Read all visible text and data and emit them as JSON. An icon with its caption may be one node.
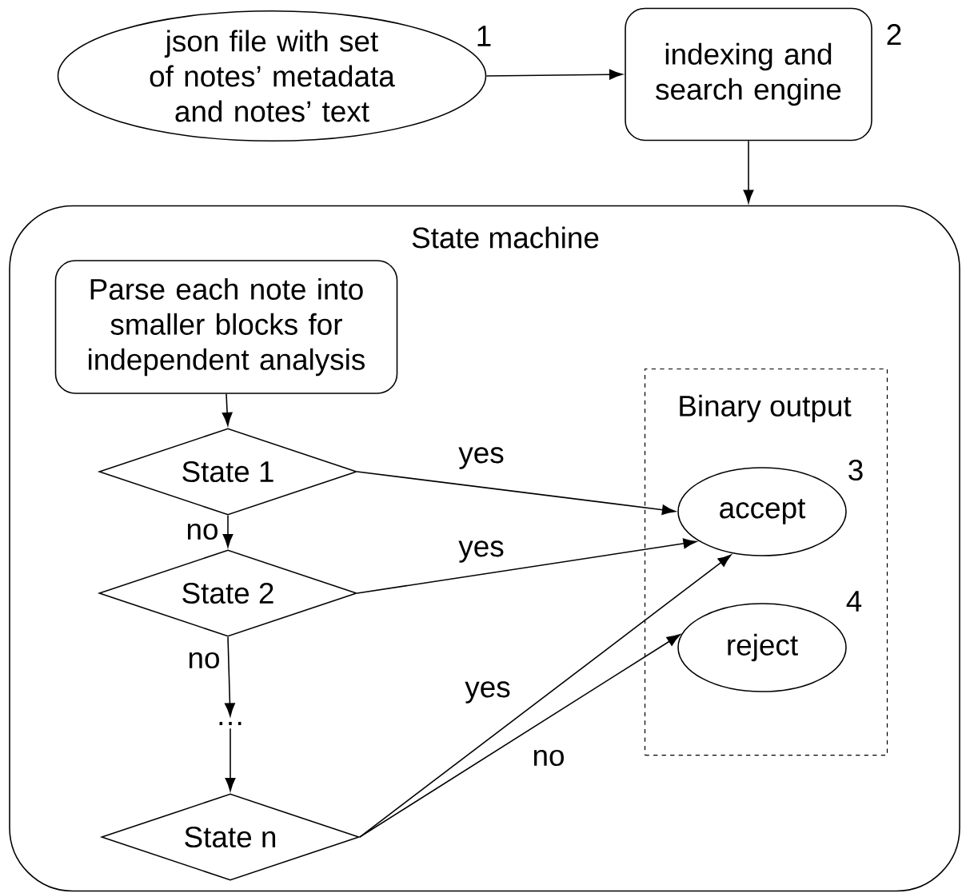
{
  "diagram": {
    "nodes": [
      {
        "text": [
          "json file with set of notes’ metadata and notes’ text"
        ],
        "beside": [
          "1"
        ]
      },
      {
        "text": [
          "indexing and search engine"
        ],
        "beside": [
          "2"
        ]
      },
      {
        "text": [
          "State machine"
        ]
      },
      {
        "text": [
          "Parse each note into smaller blocks for independent analysis"
        ],
        "in": 2
      },
      {
        "text": [
          "State 1"
        ],
        "in": 2
      },
      {
        "text": [
          "State 2"
        ],
        "in": 2
      },
      {
        "text": [
          "…"
        ],
        "in": 2
      },
      {
        "text": [
          "State n"
        ],
        "in": 2
      },
      {
        "text": [
          "Binary output"
        ],
        "in": 2
      },
      {
        "text": [
          "accept"
        ],
        "in": 8,
        "beside": [
          "3"
        ]
      },
      {
        "text": [
          "reject"
        ],
        "in": 8,
        "beside": [
          "4"
        ]
      }
    ],
    "edges": [
      {
        "from": 0,
        "to": 1,
        "arrow": "to"
      },
      {
        "from": 1,
        "to": 2,
        "arrow": "to"
      },
      {
        "from": 3,
        "to": 4,
        "arrow": "to"
      },
      {
        "from": 4,
        "to": 5,
        "arrow": "to",
        "label": "no"
      },
      {
        "from": 5,
        "to": 6,
        "arrow": "to",
        "label": "no"
      },
      {
        "from": 6,
        "to": 7,
        "arrow": "to"
      },
      {
        "from": 4,
        "to": 9,
        "arrow": "to",
        "label": "yes"
      },
      {
        "from": 5,
        "to": 9,
        "arrow": "to",
        "label": "yes"
      },
      {
        "from": 7,
        "to": 9,
        "arrow": "to",
        "label": "yes"
      },
      {
        "from": 7,
        "to": 10,
        "arrow": "to",
        "label": "no"
      }
    ]
  }
}
